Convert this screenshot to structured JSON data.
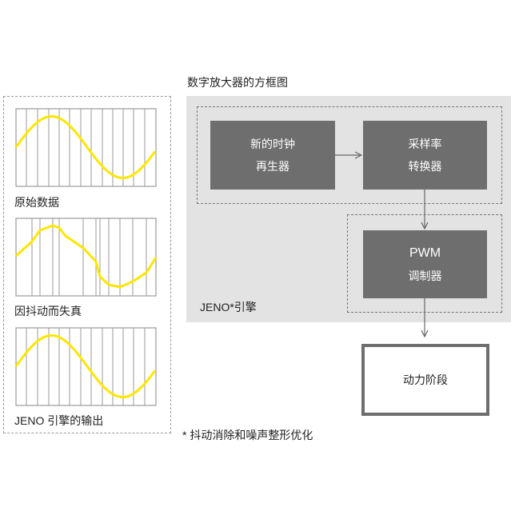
{
  "title": "数字放大器的方框图",
  "waveforms": [
    {
      "label": "原始数据",
      "type": "smooth"
    },
    {
      "label": "因抖动而失真",
      "type": "jittered"
    },
    {
      "label": "JENO 引擎的输出",
      "type": "smooth"
    }
  ],
  "engine_label": "JENO*引擎",
  "blocks": {
    "clock": {
      "line1": "新的时钟",
      "line2": "再生器"
    },
    "src": {
      "line1": "采样率",
      "line2": "转换器"
    },
    "pwm": {
      "line1": "PWM",
      "line2": "调制器"
    },
    "power": {
      "label": "动力阶段"
    }
  },
  "footnote": "* 抖动消除和噪声整形优化",
  "colors": {
    "wave": "#ffe600",
    "block": "#6e6e6e",
    "engine_bg": "#e3e3e3",
    "grid": "#999999"
  }
}
